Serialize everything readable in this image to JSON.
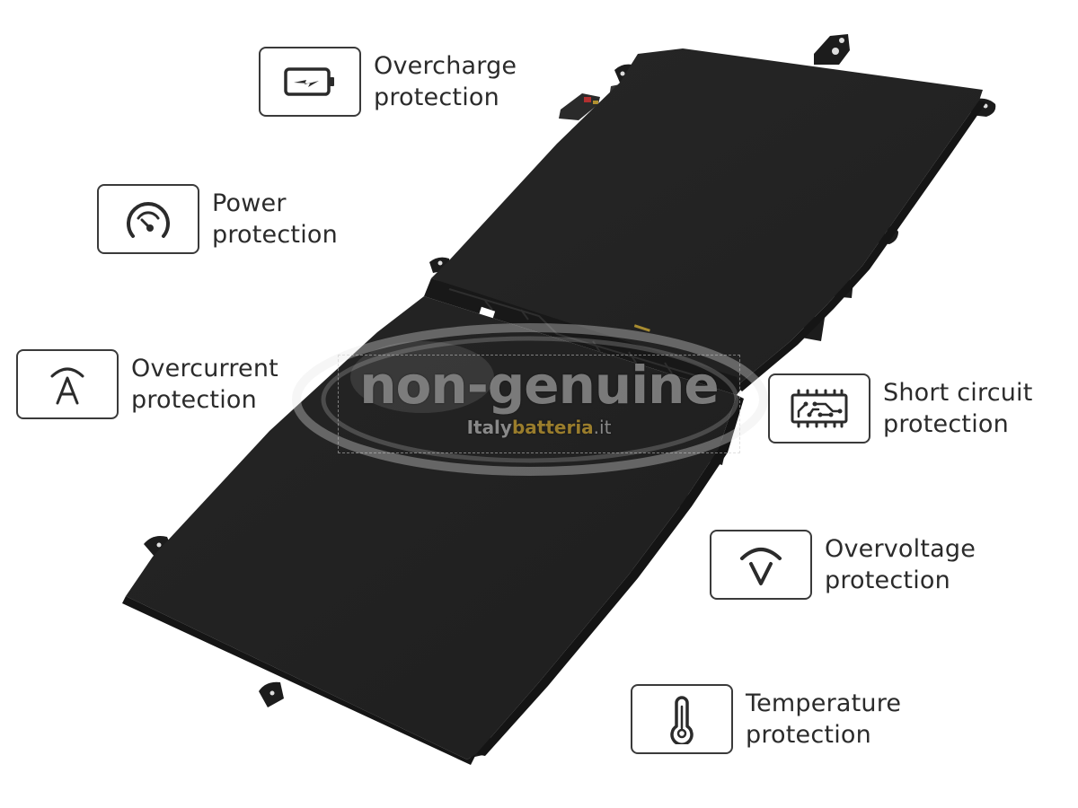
{
  "features": [
    {
      "id": "overcharge",
      "icon": "battery-charging-icon",
      "line1": "Overcharge",
      "line2": "protection"
    },
    {
      "id": "power",
      "icon": "gauge-icon",
      "line1": "Power",
      "line2": "protection"
    },
    {
      "id": "overcurrent",
      "icon": "ampere-icon",
      "line1": "Overcurrent",
      "line2": "protection"
    },
    {
      "id": "short-circuit",
      "icon": "circuit-chip-icon",
      "line1": "Short circuit",
      "line2": "protection"
    },
    {
      "id": "overvoltage",
      "icon": "voltage-icon",
      "line1": "Overvoltage",
      "line2": "protection"
    },
    {
      "id": "temperature",
      "icon": "thermometer-icon",
      "line1": "Temperature",
      "line2": "protection"
    }
  ],
  "watermark": {
    "main": "non-genuine",
    "brand_part1": "Italy",
    "brand_part2": "batteria",
    "brand_part3": ".it"
  },
  "colors": {
    "battery_body": "#232323",
    "text": "#2b2b2b",
    "icon_border": "#3a3a3a",
    "brand_gold": "#9a7d2c"
  }
}
